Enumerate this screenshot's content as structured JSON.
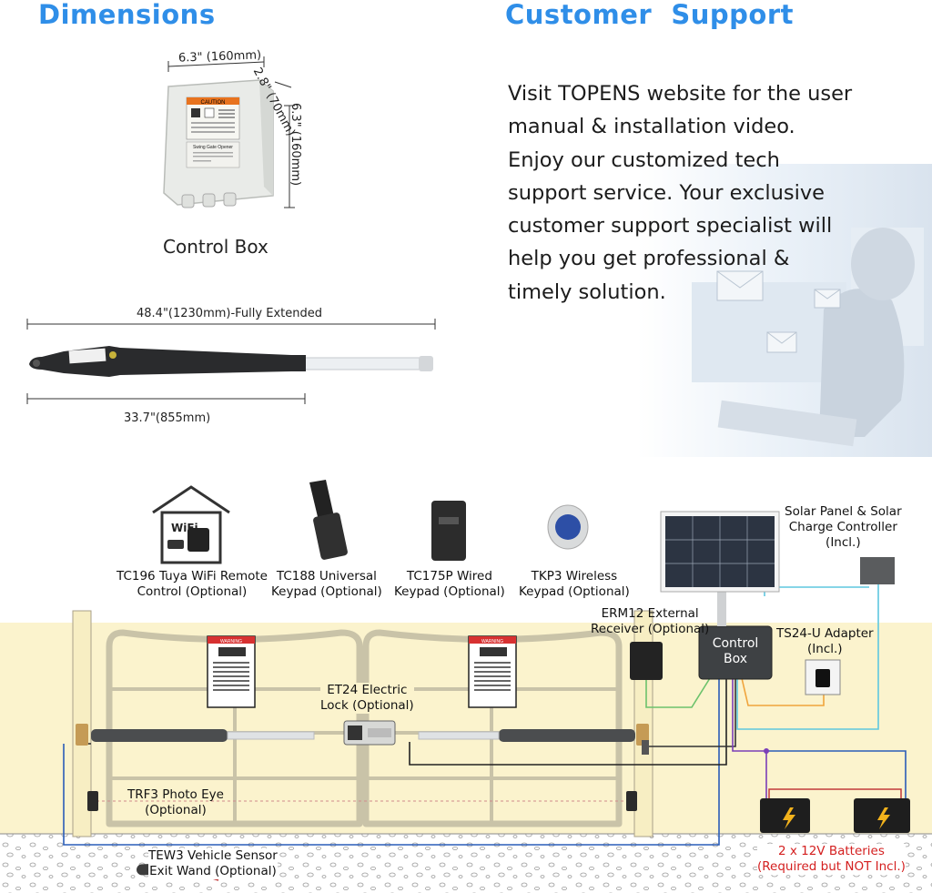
{
  "dimensions": {
    "heading": "Dimensions",
    "width_label": "6.3\" (160mm)",
    "depth_label": "2.8\" (70mm)",
    "height_label": "6.3\" (160mm)",
    "control_box_caption": "Control Box",
    "caution_text": "CAUTION",
    "box_product_text": "Swing Gate Opener",
    "extended_label": "48.4\"(1230mm)-Fully Extended",
    "retracted_label": "33.7\"(855mm)"
  },
  "support": {
    "heading": "Customer  Support",
    "lines": [
      "Visit TOPENS website for the user",
      "manual & installation video.",
      "Enjoy our customized tech",
      "support service. Your exclusive",
      "customer support specialist will",
      "help you get professional &",
      "timely solution."
    ]
  },
  "accessories": {
    "wifi_badge": "WiFi",
    "tc196": [
      "TC196 Tuya WiFi Remote",
      "Control (Optional)"
    ],
    "tc188": [
      "TC188 Universal",
      "Keypad (Optional)"
    ],
    "tc175p": [
      "TC175P Wired",
      "Keypad (Optional)"
    ],
    "tkp3": [
      "TKP3 Wireless",
      "Keypad (Optional)"
    ],
    "solar": [
      "Solar Panel & Solar",
      "Charge Controller",
      "(Incl.)"
    ],
    "erm12": [
      "ERM12 External",
      "Receiver (Optional)"
    ],
    "control_box": [
      "Control",
      "Box"
    ],
    "ts24u": [
      "TS24-U Adapter",
      "(Incl.)"
    ],
    "et24": [
      "ET24 Electric",
      "Lock (Optional)"
    ],
    "trf3": [
      "TRF3 Photo Eye",
      "(Optional)"
    ],
    "tew3": [
      "TEW3 Vehicle Sensor",
      "Exit Wand (Optional)"
    ],
    "batteries": [
      "2 x 12V Batteries",
      "(Required but NOT Incl.)"
    ],
    "warning_text": "WARNING"
  },
  "colors": {
    "heading_blue": "#2f8ee8",
    "ground_yellow": "#fbf3cd",
    "battery_red": "#d42020",
    "wire_cyan": "#5ec7df",
    "wire_orange": "#f0a43c",
    "wire_green": "#6cc26c",
    "wire_purple": "#7b3fb8",
    "wire_blue": "#2a5db8"
  }
}
